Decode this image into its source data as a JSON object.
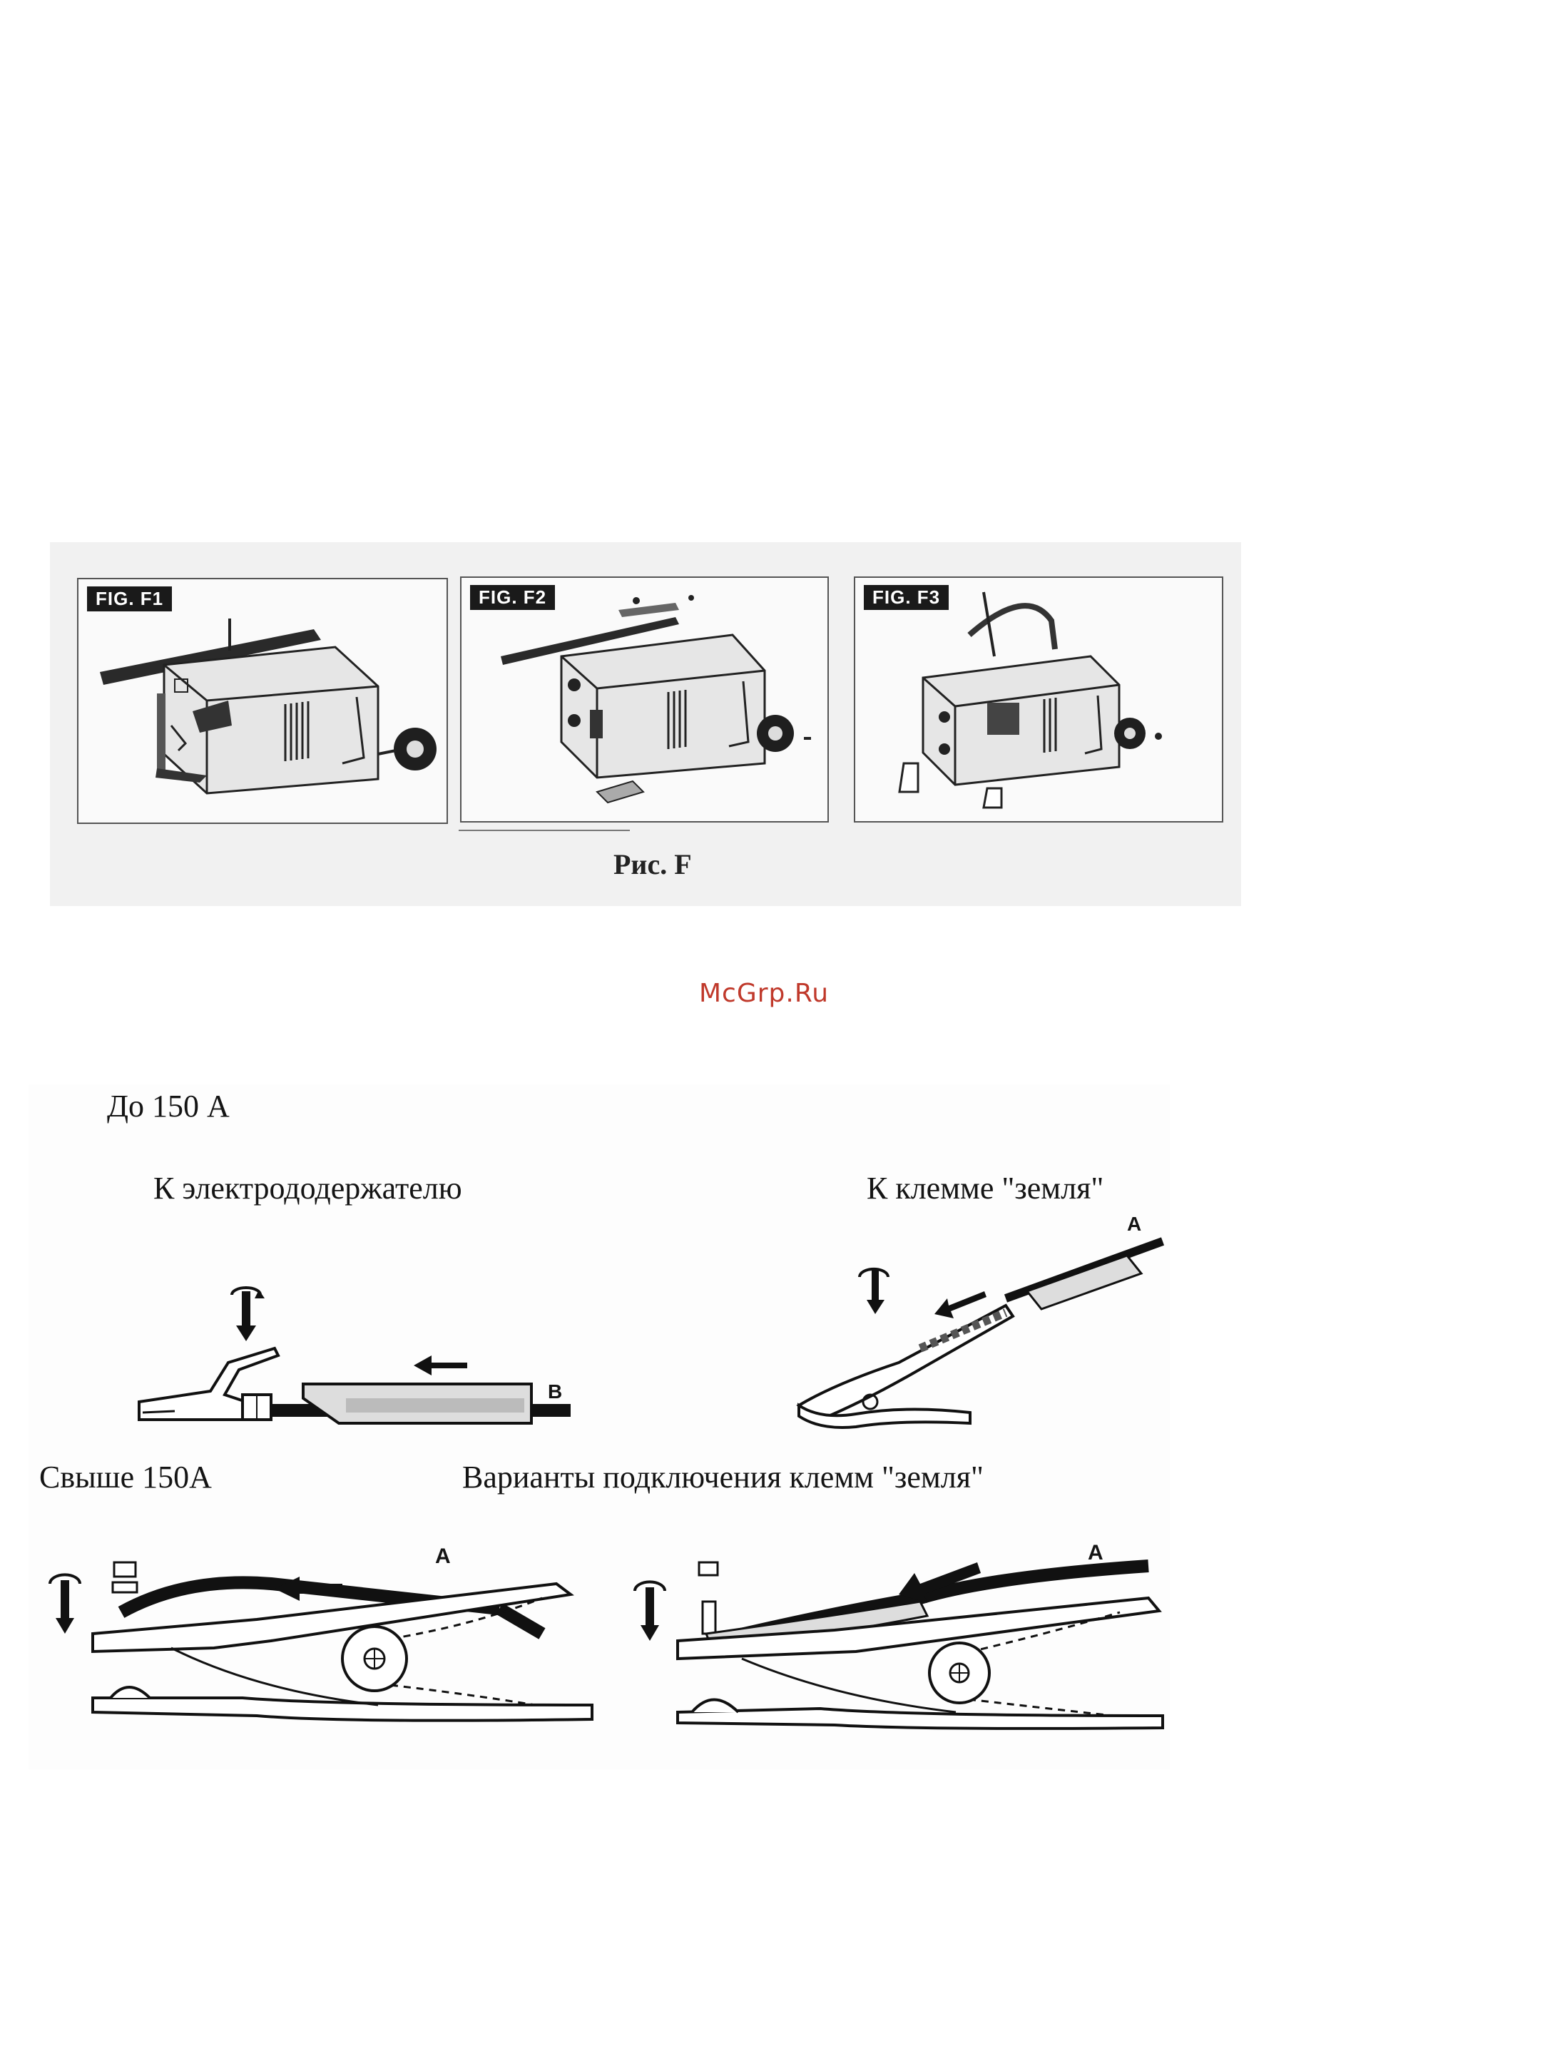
{
  "figure_f": {
    "panels": [
      {
        "label": "FIG. F1"
      },
      {
        "label": "FIG. F2"
      },
      {
        "label": "FIG. F3"
      }
    ],
    "caption": "Рис. F"
  },
  "watermark": "McGrp.Ru",
  "connections": {
    "up_to_150": {
      "heading": "До 150 А",
      "electrode_holder_label": "К электрододержателю",
      "ground_clamp_label": "К  клемме \"земля\"",
      "cable_b_marker": "B",
      "cable_a_marker": "A"
    },
    "above_150": {
      "heading": "Свыше 150А",
      "variants_label": "Варианты подключения клемм \"земля\"",
      "left_cable_marker": "A",
      "right_cable_marker": "A"
    }
  }
}
